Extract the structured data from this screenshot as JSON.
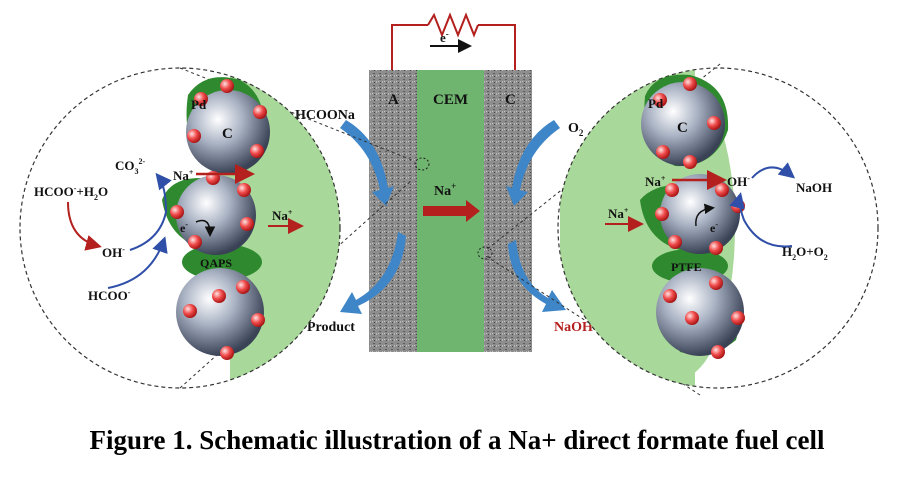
{
  "circuit": {
    "electron_label": "e",
    "electron_sup": "-"
  },
  "cell": {
    "anode_label": "A",
    "membrane_label": "CEM",
    "cathode_label": "C",
    "cation_label": "Na",
    "cation_sup": "+",
    "anode_feed": "HCOONa",
    "anode_output": "Product",
    "cathode_feed_main": "O",
    "cathode_feed_sub": "2",
    "cathode_output": "NaOH"
  },
  "left_zoom": {
    "pd_label": "Pd",
    "carbon_label": "C",
    "carbonate_main": "CO",
    "carbonate_sub": "3",
    "carbonate_sup": "2-",
    "sodium_label": "Na",
    "sodium_sup": "+",
    "sodium_label_2": "Na",
    "sodium_sup_2": "+",
    "reactant_a": "HCOO",
    "reactant_a_sup": "-",
    "reactant_b": "+H",
    "reactant_b_sub": "2",
    "reactant_c": "O",
    "hydroxide_label": "OH",
    "hydroxide_sup": "-",
    "electron_label": "e",
    "electron_sup": "-",
    "formate_label": "HCOO",
    "formate_sup": "-",
    "binder_label": "QAPS"
  },
  "right_zoom": {
    "pd_label": "Pd",
    "carbon_label": "C",
    "sodium_label": "Na",
    "sodium_sup": "+",
    "sodium_label_2": "Na",
    "sodium_sup_2": "+",
    "hydroxide_label": "OH",
    "hydroxide_sup": "-",
    "naoh_label": "NaOH",
    "electron_label": "e",
    "electron_sup": "-",
    "water_main": "H",
    "water_sub": "2",
    "water_mid": "O+O",
    "water_sub_2": "2",
    "binder_label": "PTFE"
  },
  "caption": "Figure 1. Schematic illustration of a Na+ direct formate fuel cell",
  "colors": {
    "membrane": "#6fb56f",
    "electrode": "#8a8a8a",
    "zoom_fill": "#a9d99a",
    "ionomer": "#2f8a2f",
    "arrow_blue": "#3e86c8",
    "arrow_red": "#b3201e",
    "naoh_red": "#b3201e"
  }
}
